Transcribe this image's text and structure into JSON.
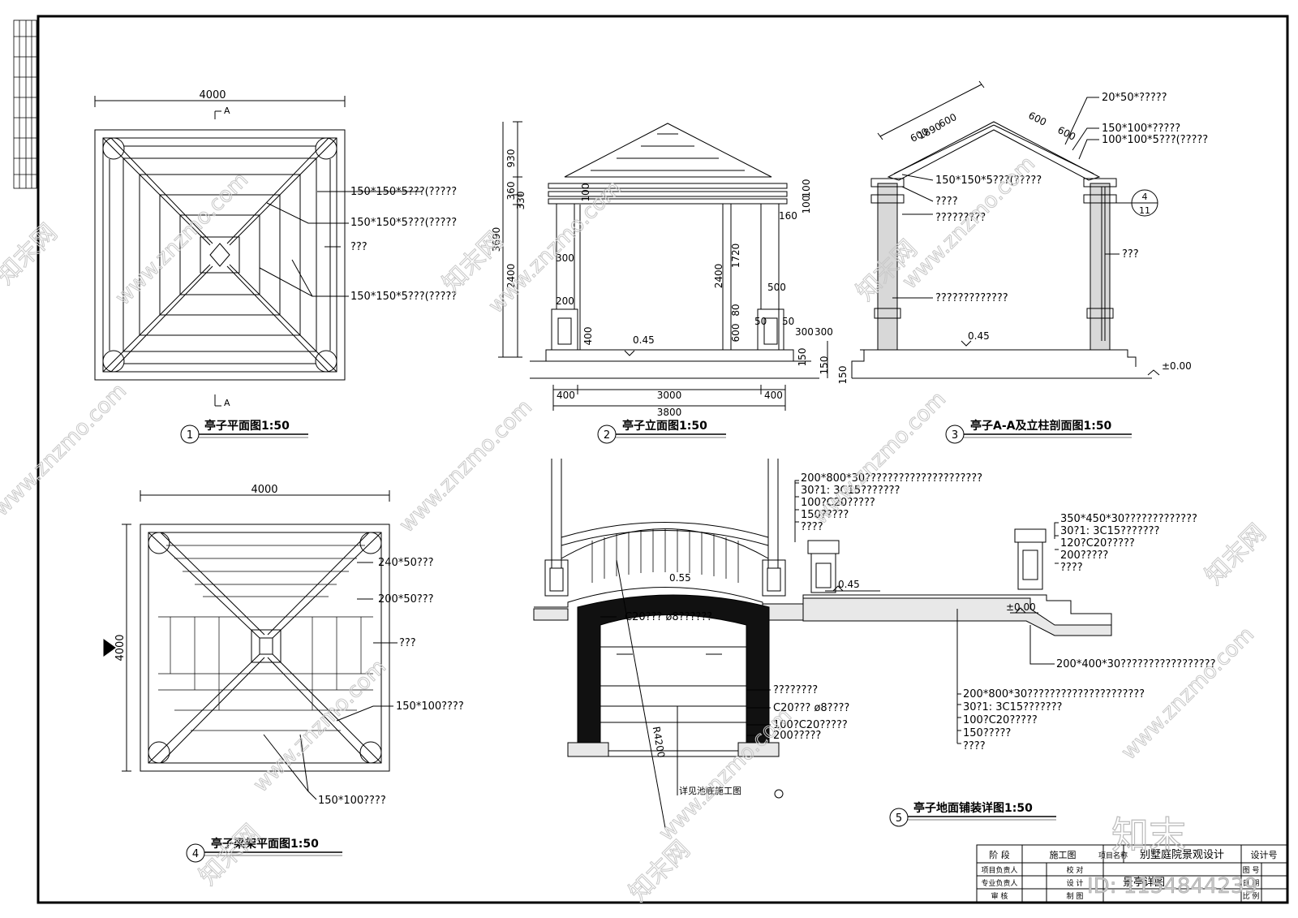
{
  "titles": {
    "plan": "亭子平面图1:50",
    "elevation": "亭子立面图1:50",
    "section": "亭子A-A及立柱剖面图1:50",
    "beam_plan": "亭子梁架平面图1:50",
    "paving": "亭子地面铺装详图1:50"
  },
  "title_numbers": {
    "n1": "1",
    "n2": "2",
    "n3": "3",
    "n4": "4",
    "n5": "5"
  },
  "plan": {
    "dim_top": "4000",
    "sec_top": "A",
    "sec_bottom": "A",
    "labels": [
      "150*150*5???(?????",
      "150*150*5???(?????",
      "???",
      "150*150*5???(?????"
    ]
  },
  "elevation": {
    "dims_left": [
      "930",
      "360",
      "330",
      "3690",
      "2400"
    ],
    "dims_mid": [
      "100",
      "300",
      "200",
      "400"
    ],
    "dims_right": [
      "1720",
      "2400",
      "600",
      "80",
      "100",
      "100",
      "160",
      "500",
      "50",
      "50",
      "300",
      "300",
      "150",
      "150",
      "150"
    ],
    "dims_bottom": [
      "400",
      "3000",
      "400",
      "3800"
    ],
    "level": "0.45"
  },
  "section": {
    "dim_top": "1890",
    "dims_600": [
      "600",
      "600",
      "600",
      "600"
    ],
    "labels": [
      "20*50*?????",
      "150*100*?????",
      "100*100*5???(?????",
      "150*150*5???(?????",
      "????",
      "?????????",
      "???",
      "?????????????"
    ],
    "level": "0.45",
    "level_zero": "±0.00",
    "callout_top": "4",
    "callout_bottom": "11"
  },
  "beam_plan": {
    "dim_top": "4000",
    "dim_left": "4000",
    "labels": [
      "240*50???",
      "200*50???",
      "???",
      "150*100????",
      "150*100????"
    ]
  },
  "paving": {
    "labels_top_left": [
      "200*800*30?????????????????????",
      "30?1: 3C15???????",
      "100?C20?????",
      "150?????",
      "????"
    ],
    "labels_top_right": [
      "350*450*30?????????????",
      "30?1: 3C15???????",
      "120?C20?????",
      "200?????",
      "????"
    ],
    "label_c20_top": "C20???  ø8??????",
    "label_bottom_right": "200*400*30?????????????????",
    "labels_mid": [
      "200*800*30?????????????????????",
      "30?1: 3C15???????",
      "100?C20?????",
      "150?????",
      "????"
    ],
    "labels_arch": [
      "????????",
      "C20???  ø8????",
      "100?C20?????",
      "200?????"
    ],
    "level_045": "0.45",
    "level_055": "0.55",
    "level_000": "±0.00",
    "radius": "R4200",
    "note": "详见池底施工图"
  },
  "title_block": {
    "r1": [
      "阶  段",
      "施工图",
      "项目名称",
      "别墅庭院景观设计",
      "设计号"
    ],
    "r2": [
      "项目负责人",
      "校  对",
      "景亭详图",
      "图  号"
    ],
    "r3": [
      "专业负责人",
      "设  计",
      "日  期"
    ],
    "r4": [
      "审  核",
      "制  图",
      "比  例"
    ]
  },
  "watermark": {
    "url": "www.znzmo.com",
    "brand": "知末网",
    "logo": "知末",
    "id": "ID: 1154844239"
  }
}
